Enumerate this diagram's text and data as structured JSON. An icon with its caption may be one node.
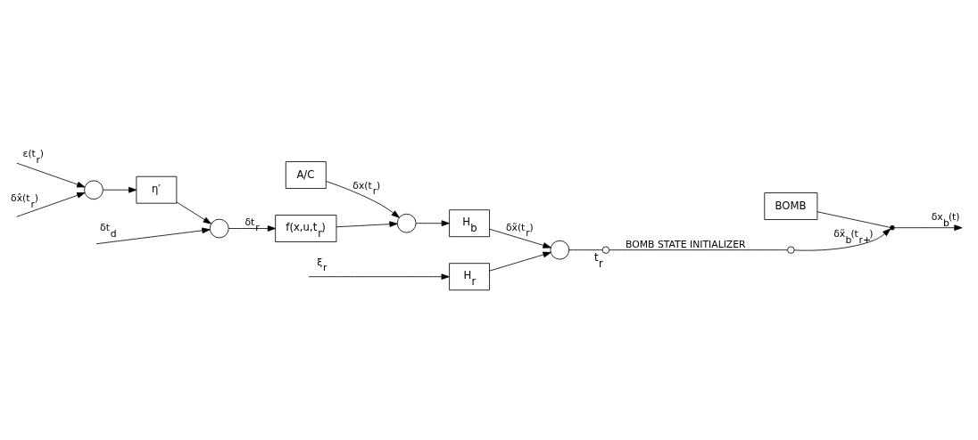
{
  "diagram": {
    "nodes": [
      {
        "text": [
          "H$_{r}$"
        ]
      },
      {
        "text": [
          "A/C"
        ]
      },
      {
        "text": [],
        "shape": "circle"
      },
      {
        "text": [
          "H$_{b}$"
        ]
      },
      {
        "text": [],
        "shape": "circle"
      },
      {
        "text": [],
        "shape": "circle",
        "beside": [
          "t$_{r}$"
        ]
      },
      {
        "text": [],
        "shape": "circle"
      },
      {
        "text": [
          "f(x,u,t$_{r}$)"
        ]
      },
      {
        "text": [],
        "shape": "circle"
      },
      {
        "text": [
          "η′"
        ]
      },
      {
        "text": [],
        "shape": "circle"
      },
      {
        "text": [
          "BOMB"
        ]
      },
      {
        "text": [],
        "shape": "dot"
      }
    ],
    "edges": [
      {
        "from": null,
        "to": 0,
        "arrow": "to",
        "label": "ξ$_{r}$"
      },
      {
        "from": 0,
        "to": 4,
        "arrow": "to"
      },
      {
        "from": 1,
        "to": 2,
        "arrow": "to",
        "label": "δx(t$_{r}$)"
      },
      {
        "from": 2,
        "to": 3,
        "arrow": "to"
      },
      {
        "from": 3,
        "to": 4,
        "arrow": "to",
        "label": "δx̃(t$_{r}$)"
      },
      {
        "from": 4,
        "to": 5,
        "arrow": "none"
      },
      {
        "from": 5,
        "to": 6,
        "arrow": "none",
        "label": "BOMB STATE INITIALIZER"
      },
      {
        "from": 6,
        "to": 12,
        "arrow": "to",
        "label": "δx̃$_{b}$(t$_{r+}$)"
      },
      {
        "from": 11,
        "to": 12,
        "arrow": "none"
      },
      {
        "from": 12,
        "to": null,
        "arrow": "to",
        "label": "δx$_{b}$(t)"
      },
      {
        "from": 7,
        "to": 2,
        "arrow": "to"
      },
      {
        "from": 10,
        "to": 7,
        "arrow": "to",
        "label": "δt$_{r}$"
      },
      {
        "from": null,
        "to": 10,
        "arrow": "to",
        "label": "δt$_{d}$"
      },
      {
        "from": 9,
        "to": 10,
        "arrow": "to"
      },
      {
        "from": 8,
        "to": 9,
        "arrow": "to"
      },
      {
        "from": null,
        "to": 8,
        "arrow": "to",
        "label": "ε(t$_{r}$)"
      },
      {
        "from": null,
        "to": 8,
        "arrow": "to",
        "label": "δx̂(t$_{r}$)"
      }
    ]
  }
}
